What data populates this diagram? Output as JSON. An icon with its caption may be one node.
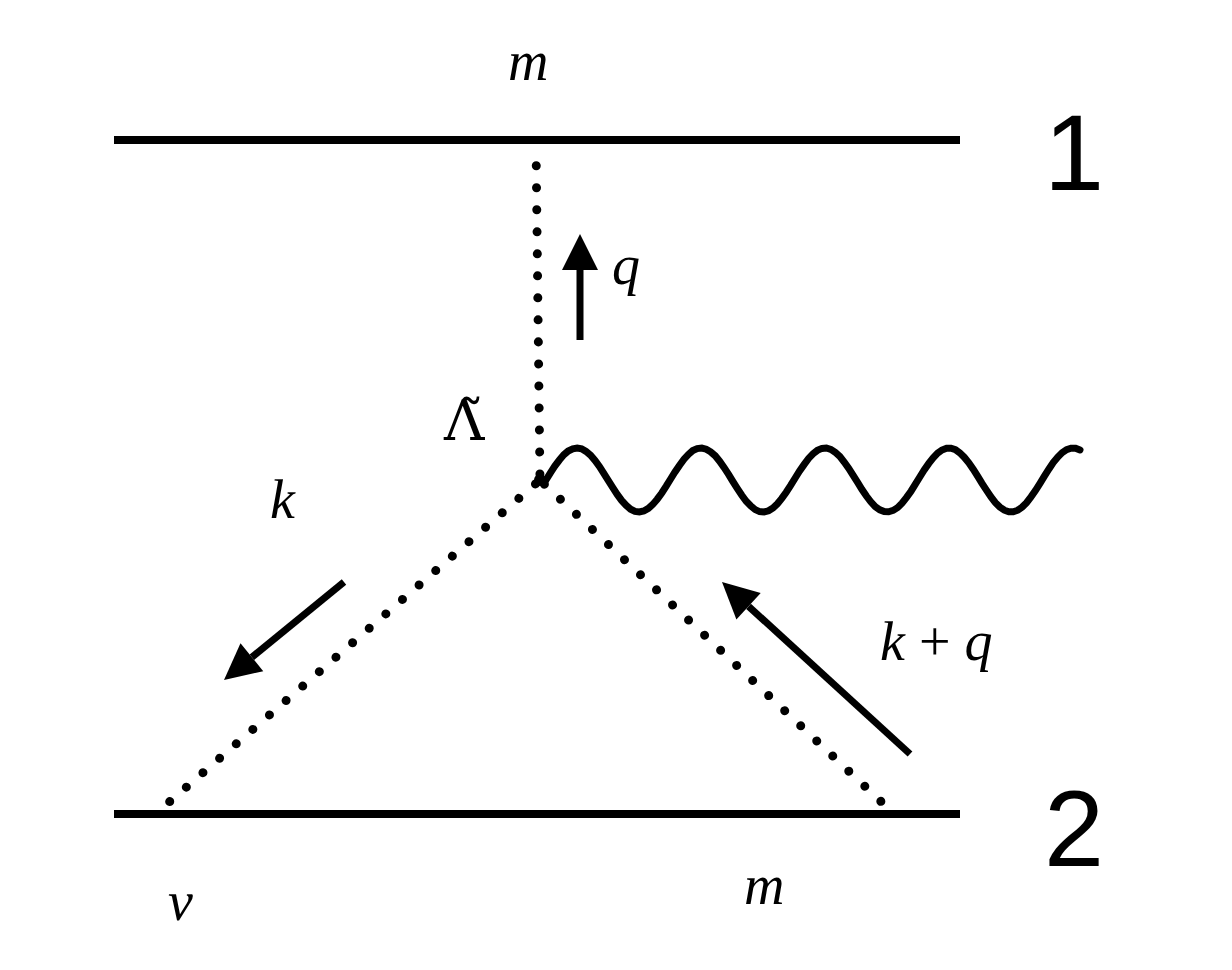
{
  "diagram": {
    "nodes": [
      {
        "text": [],
        "shape": "bar",
        "beside": [
          "1"
        ]
      },
      {
        "text": [],
        "shape": "bar",
        "beside": [
          "2"
        ]
      },
      {
        "text": [],
        "shape": "point",
        "beside": [
          "Λ̃"
        ]
      }
    ],
    "edges": [
      {
        "from": 2,
        "to": 0,
        "arrow": "none",
        "style": "dashed"
      },
      {
        "from": 2,
        "to": 1,
        "arrow": "none",
        "style": "dashed"
      },
      {
        "from": 2,
        "to": 1,
        "arrow": "none",
        "style": "dashed"
      },
      {
        "from": 2,
        "to": null,
        "arrow": "none"
      }
    ],
    "labels": [
      "*m*",
      "*q*",
      "*k*",
      "*k* + *q*",
      "*v*",
      "*m*"
    ]
  }
}
